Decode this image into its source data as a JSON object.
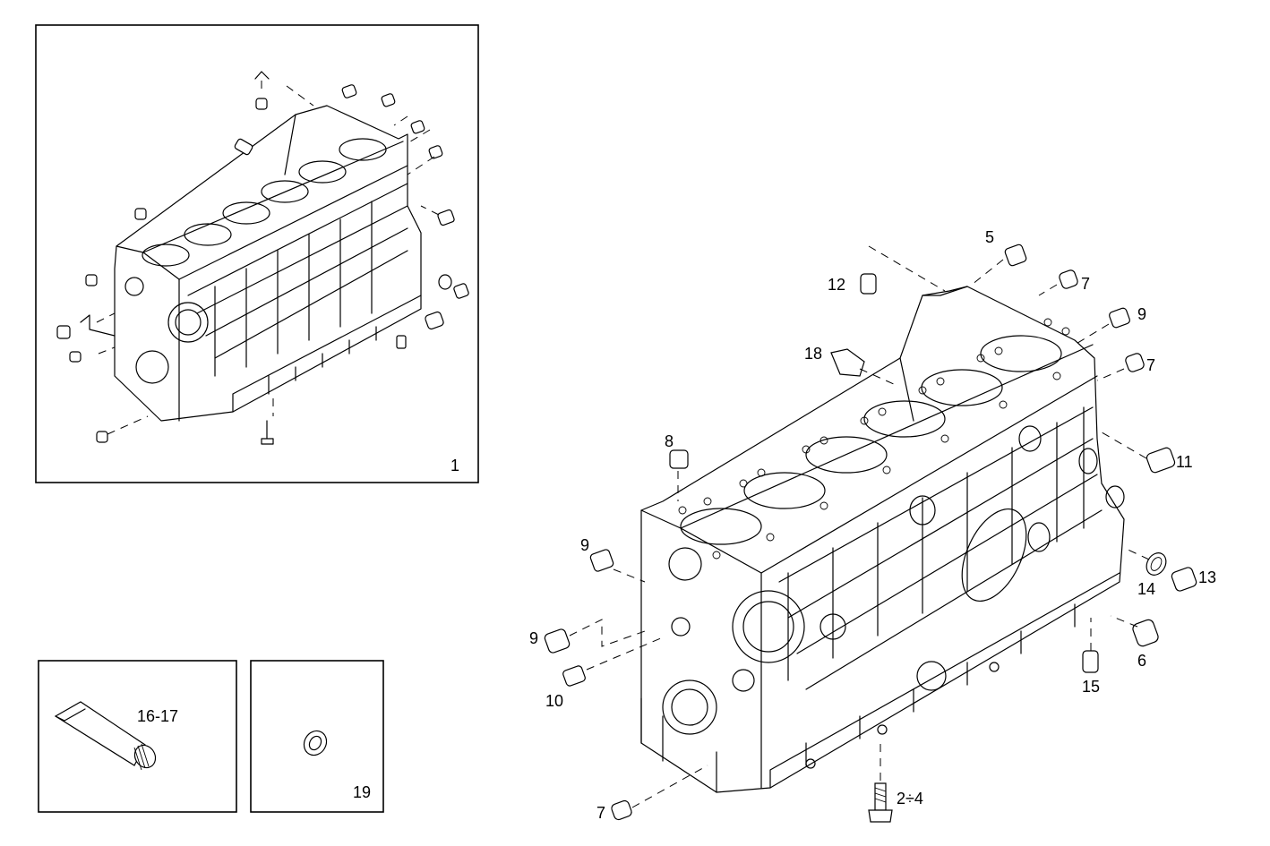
{
  "insets": {
    "overview": {
      "label": "1"
    },
    "sealant": {
      "label": "16-17"
    },
    "seal_ring": {
      "label": "19"
    }
  },
  "callouts": {
    "c1": "5",
    "c2": "12",
    "c3": "7",
    "c4": "9",
    "c5": "18",
    "c6": "7",
    "c7": "8",
    "c8": "11",
    "c9": "9",
    "c10": "9",
    "c11": "10",
    "c12": "14",
    "c13": "13",
    "c14": "6",
    "c15": "15",
    "c16": "7",
    "c17": "2÷4"
  }
}
